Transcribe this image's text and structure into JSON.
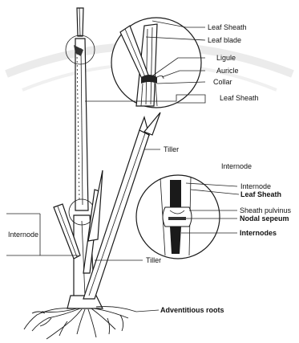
{
  "labels": {
    "leaf_sheath_top": "Leaf Sheath",
    "leaf_blade": "Leaf blade",
    "ligule": "Ligule",
    "auricle": "Auricle",
    "collar": "Collar",
    "leaf_sheath_mid": "Leaf Sheath",
    "tiller_upper": "Tiller",
    "internode_heading": "Internode",
    "internode_detail": "Internode",
    "leaf_sheath_detail": "Leaf Sheath",
    "sheath_pulvinus": "Sheath pulvinus",
    "nodal_septum": "Nodal sepeum",
    "internodes": "Internodes",
    "internode_left": "Internode",
    "tiller_lower": "Tiller",
    "adventitious_roots": "Adventitious roots"
  },
  "colors": {
    "ink": "#111111",
    "watermark": "#d9d9d9"
  }
}
